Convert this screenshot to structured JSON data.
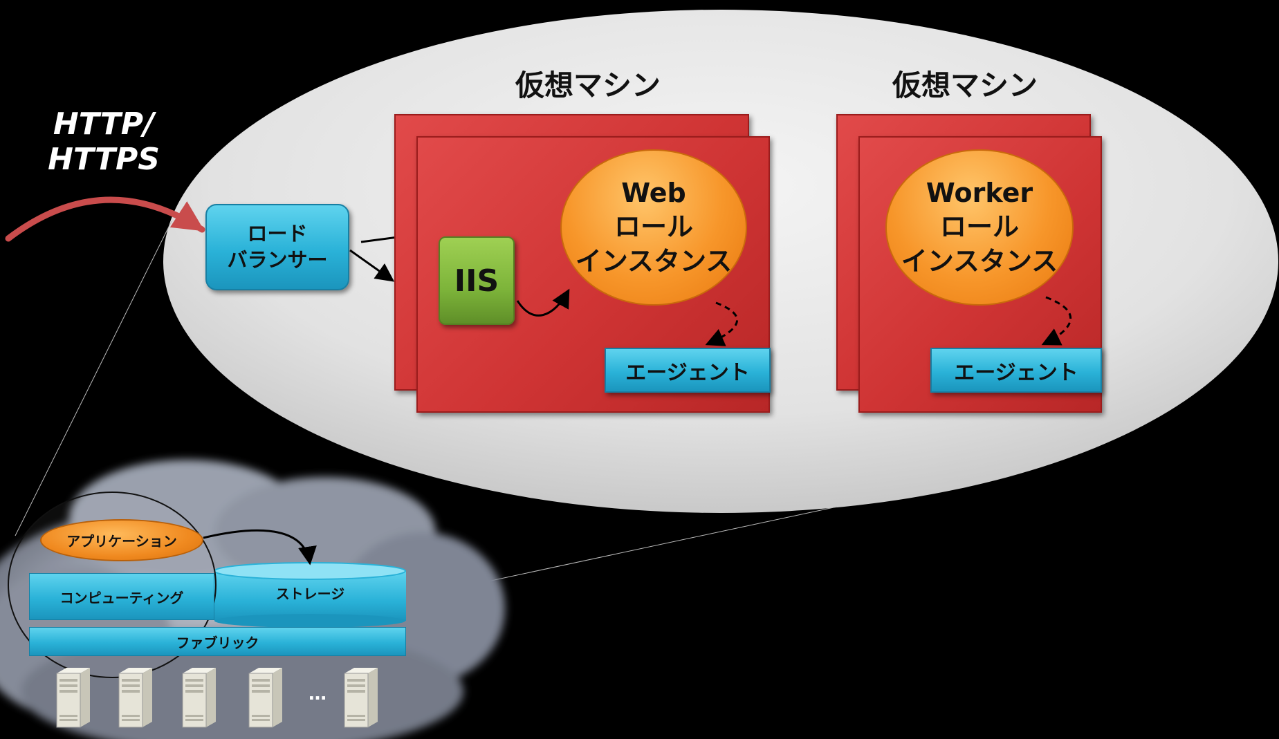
{
  "http_label": {
    "line1": "HTTP/",
    "line2": "HTTPS"
  },
  "vm_web": {
    "title": "仮想マシン",
    "load_balancer": {
      "line1": "ロード",
      "line2": "バランサー"
    },
    "iis_label": "IIS",
    "role": {
      "line1": "Web",
      "line2": "ロール",
      "line3": "インスタンス"
    },
    "agent_label": "エージェント"
  },
  "vm_worker": {
    "title": "仮想マシン",
    "role": {
      "line1": "Worker",
      "line2": "ロール",
      "line3": "インスタンス"
    },
    "agent_label": "エージェント"
  },
  "cloud_stack": {
    "application_label": "アプリケーション",
    "compute_label": "コンピューティング",
    "storage_label": "ストレージ",
    "fabric_label": "ファブリック",
    "ellipsis": "…"
  },
  "colors": {
    "vm_red": "#d63a3a",
    "cyan": "#2ab2d8",
    "orange": "#f7962a",
    "green": "#7db43a",
    "http_arrow": "#c94c4c",
    "ellipse_fill": "#e6e6e6"
  },
  "icons": [
    "server-icon"
  ]
}
